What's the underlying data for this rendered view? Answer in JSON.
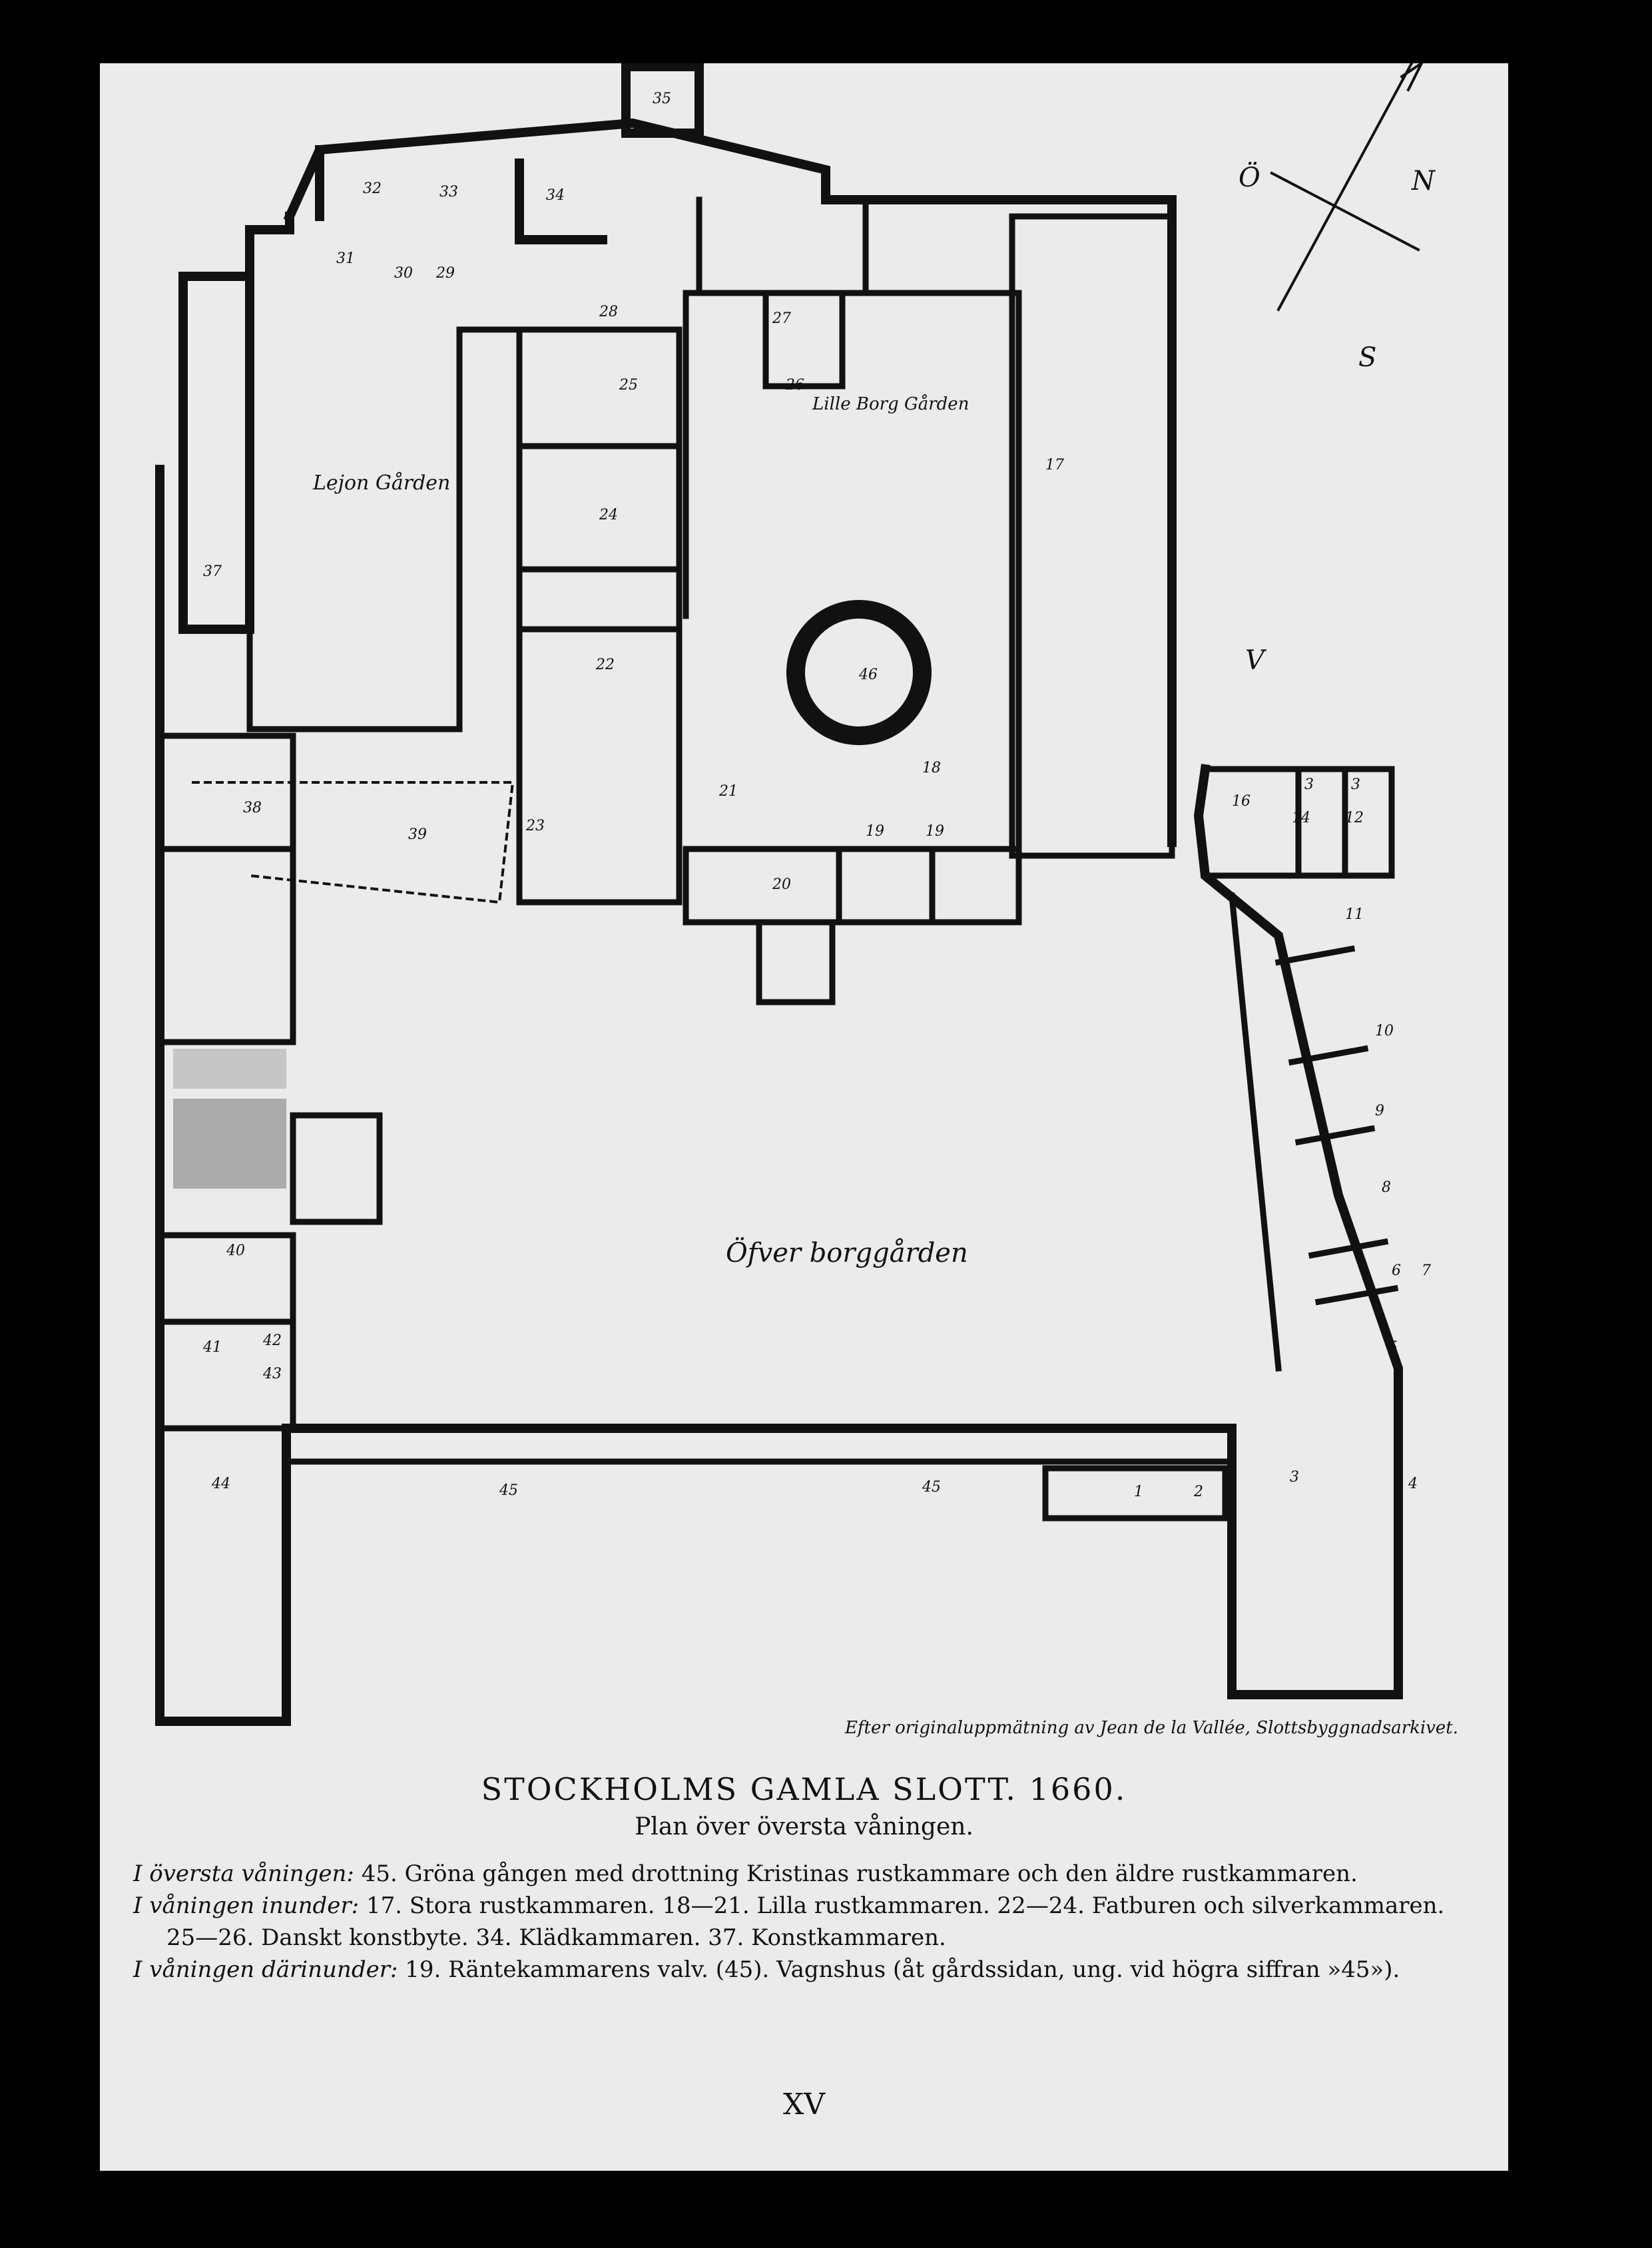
{
  "credit": "Efter originaluppmätning av Jean de la Vallée, Slottsbyggnadsarkivet.",
  "title": "STOCKHOLMS GAMLA SLOTT. 1660.",
  "subtitle": "Plan över översta våningen.",
  "legend": [
    {
      "label": "I översta våningen:",
      "text": "45. Gröna gången med drottning Kristinas rustkammare och den äldre rustkammaren."
    },
    {
      "label": "I våningen inunder:",
      "text": "17. Stora rustkammaren. 18—21. Lilla rustkammaren. 22—24. Fatburen och silverkammaren."
    },
    {
      "label": "",
      "text": "25—26. Danskt konstbyte. 34. Klädkammaren. 37. Konstkammaren."
    },
    {
      "label": "I våningen därinunder:",
      "text": "19. Räntekammarens valv. (45). Vagnshus (åt gårdssidan, ung. vid högra siffran »45»)."
    }
  ],
  "folio": "XV",
  "plan": {
    "courts": {
      "lower_court": "Öfver borggården",
      "small_court": "Lille Borg Gården",
      "lions_court": "Lejon Gården"
    },
    "compass": {
      "north": "N",
      "south": "S",
      "east": "Ö",
      "west": "V"
    },
    "rooms": [
      "1",
      "2",
      "3",
      "4",
      "5",
      "6",
      "7",
      "8",
      "9",
      "10",
      "11",
      "12",
      "13",
      "13",
      "14",
      "16",
      "17",
      "18",
      "19",
      "19",
      "20",
      "21",
      "22",
      "23",
      "24",
      "25",
      "26",
      "27",
      "28",
      "29",
      "30",
      "31",
      "32",
      "33",
      "34",
      "35",
      "37",
      "38",
      "39",
      "40",
      "41",
      "42",
      "43",
      "44",
      "45",
      "45",
      "46"
    ]
  }
}
